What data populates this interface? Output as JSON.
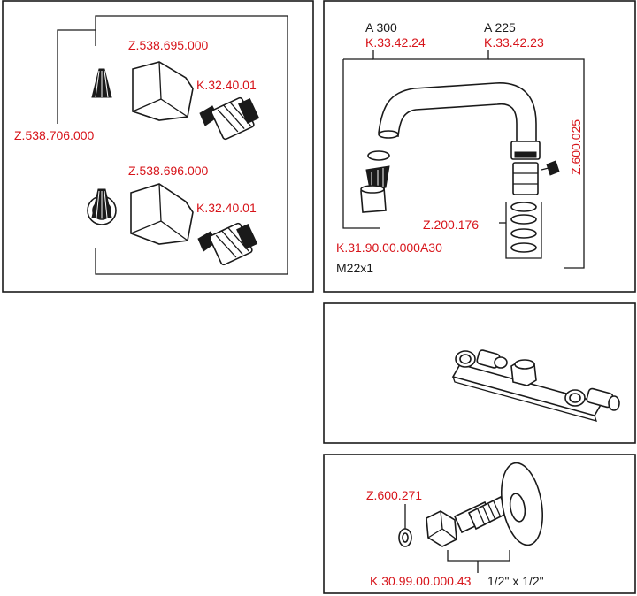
{
  "panels": {
    "valves": {
      "part_top_cap": "Z.538.695.000",
      "part_top_cartridge": "K.32.40.01",
      "part_bottom_cap": "Z.538.696.000",
      "part_bottom_cartridge": "K.32.40.01",
      "part_handle_insert": "Z.538.706.000"
    },
    "spout": {
      "variant_a": "A 300",
      "variant_a_part": "K.33.42.24",
      "variant_b": "A 225",
      "variant_b_part": "K.33.42.23",
      "screw_part": "Z.600.025",
      "oring_set_part": "Z.200.176",
      "aerator_part": "K.31.90.00.000A30",
      "aerator_thread": "M22x1"
    },
    "body": {},
    "connector": {
      "washer_part": "Z.600.271",
      "connector_part": "K.30.99.00.000.43",
      "connector_size": "1/2\" x 1/2\""
    }
  },
  "colors": {
    "label_red": "#d7141a",
    "label_black": "#1a1a1a",
    "line": "#1a1a1a"
  }
}
